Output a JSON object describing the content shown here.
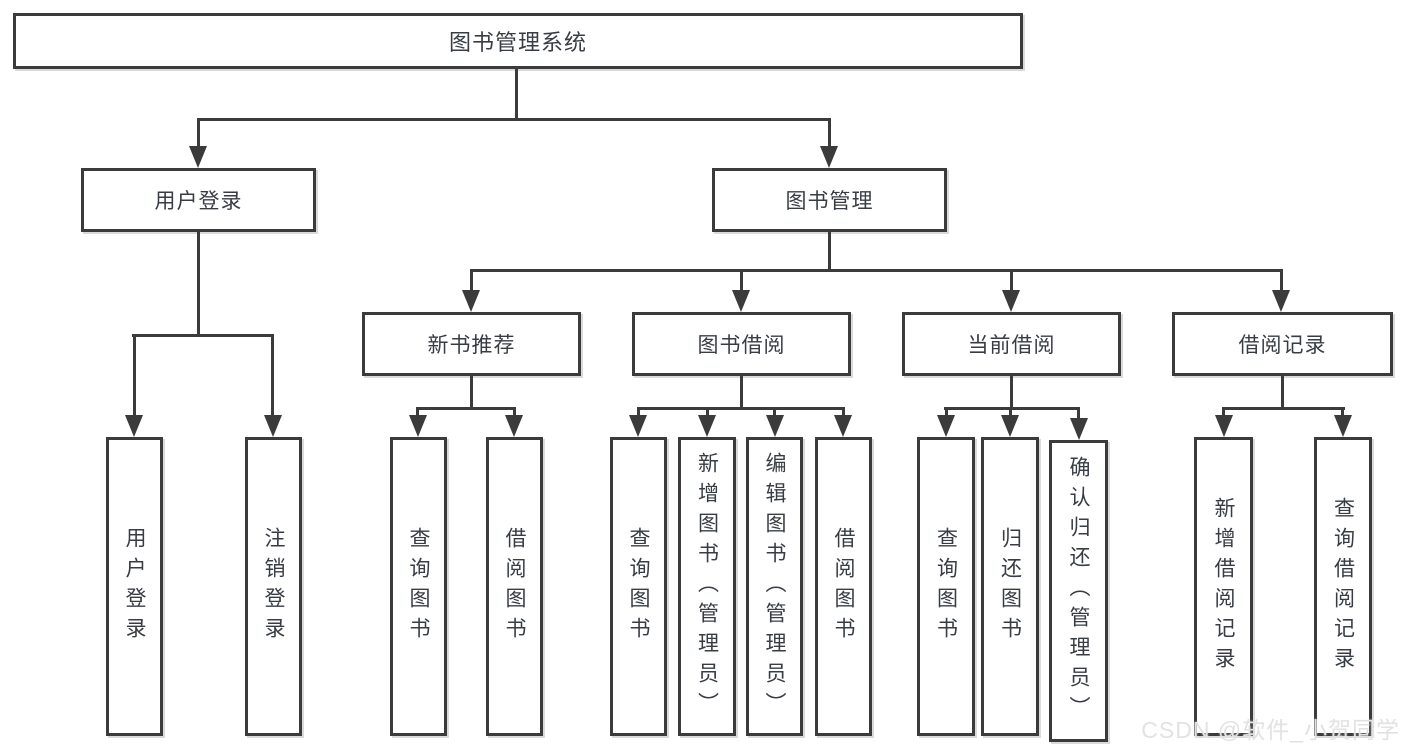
{
  "diagram_title": "图书管理系统",
  "colors": {
    "line": "#3b3b3b",
    "box_border": "#3b3b3b",
    "box_background": "#ffffff",
    "text": "#383d44",
    "watermark": "#e2e2e2"
  },
  "nodes": {
    "root": {
      "label": "图书管理系统"
    },
    "userLogin": {
      "label": "用户登录",
      "children": [
        {
          "label": "用户登录"
        },
        {
          "label": "注销登录"
        }
      ]
    },
    "bookMgmt": {
      "label": "图书管理"
    },
    "newBookRec": {
      "label": "新书推荐",
      "children": [
        {
          "label": "查询图书"
        },
        {
          "label": "借阅图书"
        }
      ]
    },
    "bookBorrow": {
      "label": "图书借阅",
      "children": [
        {
          "label": "查询图书"
        },
        {
          "label": "新增图书（管理员）"
        },
        {
          "label": "编辑图书（管理员）"
        },
        {
          "label": "借阅图书"
        }
      ]
    },
    "currentBorrow": {
      "label": "当前借阅",
      "children": [
        {
          "label": "查询图书"
        },
        {
          "label": "归还图书"
        },
        {
          "label": "确认归还（管理员）"
        }
      ]
    },
    "borrowRecord": {
      "label": "借阅记录",
      "children": [
        {
          "label": "新增借阅记录"
        },
        {
          "label": "查询借阅记录"
        }
      ]
    }
  },
  "watermark": {
    "text": "CSDN @软件_小贺同学"
  }
}
